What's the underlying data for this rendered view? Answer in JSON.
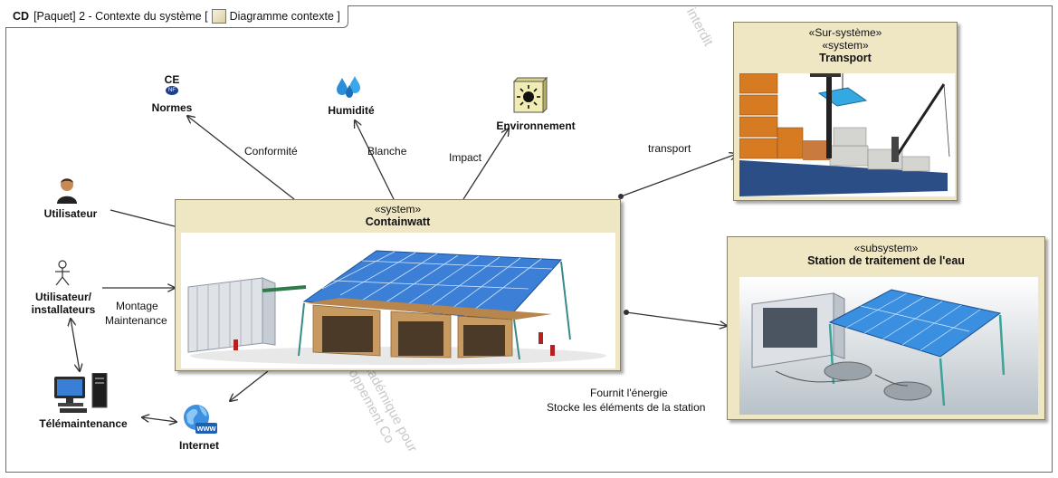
{
  "frame": {
    "kind": "CD",
    "package_kw": "[Paquet]",
    "title": "2 - Contexte du système",
    "bracket_open": "[",
    "diagram_name": "Diagramme contexte",
    "bracket_close": "]"
  },
  "elements": {
    "normes": {
      "name": "Normes",
      "icon": "ce-marking-icon",
      "mark": "CE",
      "sub": "NF"
    },
    "humidite": {
      "name": "Humidité",
      "icon": "water-drops-icon"
    },
    "environnement": {
      "name": "Environnement",
      "icon": "sun-icon"
    },
    "utilisateur": {
      "name": "Utilisateur",
      "icon": "user-person-icon"
    },
    "installateurs": {
      "name_line1": "Utilisateur/",
      "name_line2": "installateurs",
      "icon": "stick-figure-actor-icon"
    },
    "telemaintenance": {
      "name": "Télémaintenance",
      "icon": "computer-icon"
    },
    "internet": {
      "name": "Internet",
      "icon": "globe-www-icon",
      "badge": "www"
    }
  },
  "blocks": {
    "containwatt": {
      "stereotype": "«system»",
      "name": "Containwatt"
    },
    "transport": {
      "stereotype1": "«Sur-système»",
      "stereotype2": "«system»",
      "name": "Transport"
    },
    "station": {
      "stereotype": "«subsystem»",
      "name": "Station de traitement de l'eau"
    }
  },
  "relations": {
    "conformite": "Conformité",
    "blanche": "Blanche",
    "impact": "Impact",
    "transport": "transport",
    "montage": "Montage",
    "maintenance": "Maintenance",
    "fournit": "Fournit l'énergie",
    "stocke": "Stocke les éléments de la station"
  },
  "watermarks": [
    "interdit",
    "académique pour",
    "loppement Co"
  ],
  "colors": {
    "block_fill": "#efe6c4",
    "block_border": "#8a815e",
    "panel_blue": "#3b7fd6",
    "line": "#333333"
  }
}
